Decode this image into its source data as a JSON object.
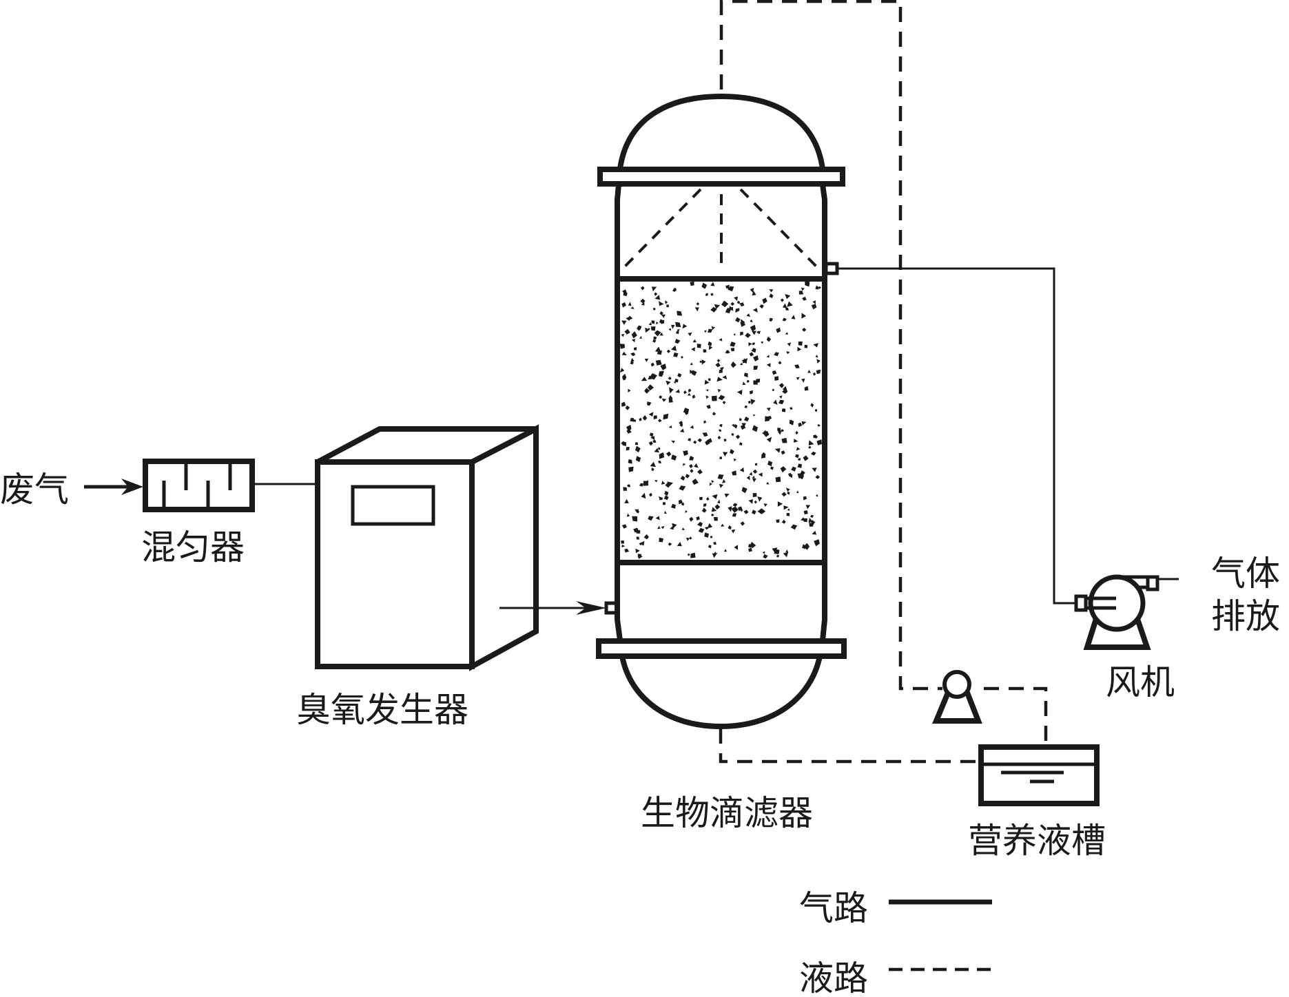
{
  "diagram": {
    "title": "生物滴滤器废气处理工艺流程",
    "components": {
      "inlet": {
        "label": "废气",
        "icon": "arrow-right-icon"
      },
      "mixer": {
        "label": "混匀器",
        "icon": "baffle-mixer-icon"
      },
      "ozone_generator": {
        "label": "臭氧发生器",
        "icon": "cabinet-icon"
      },
      "biotrickling_filter": {
        "label": "生物滴滤器",
        "icon": "packed-column-icon"
      },
      "nutrient_tank": {
        "label": "营养液槽",
        "icon": "liquid-tank-icon"
      },
      "circulation_pump": {
        "label": "",
        "icon": "pump-icon"
      },
      "fan": {
        "label": "风机",
        "icon": "fan-blower-icon"
      },
      "outlet": {
        "label_line1": "气体",
        "label_line2": "排放"
      }
    },
    "legend": {
      "items": [
        {
          "label": "气路",
          "style": "solid",
          "meaning": "gas line"
        },
        {
          "label": "液路",
          "style": "dashed",
          "meaning": "liquid line"
        }
      ]
    },
    "colors": {
      "ink": "#1a1a1a",
      "background": "#ffffff"
    }
  }
}
